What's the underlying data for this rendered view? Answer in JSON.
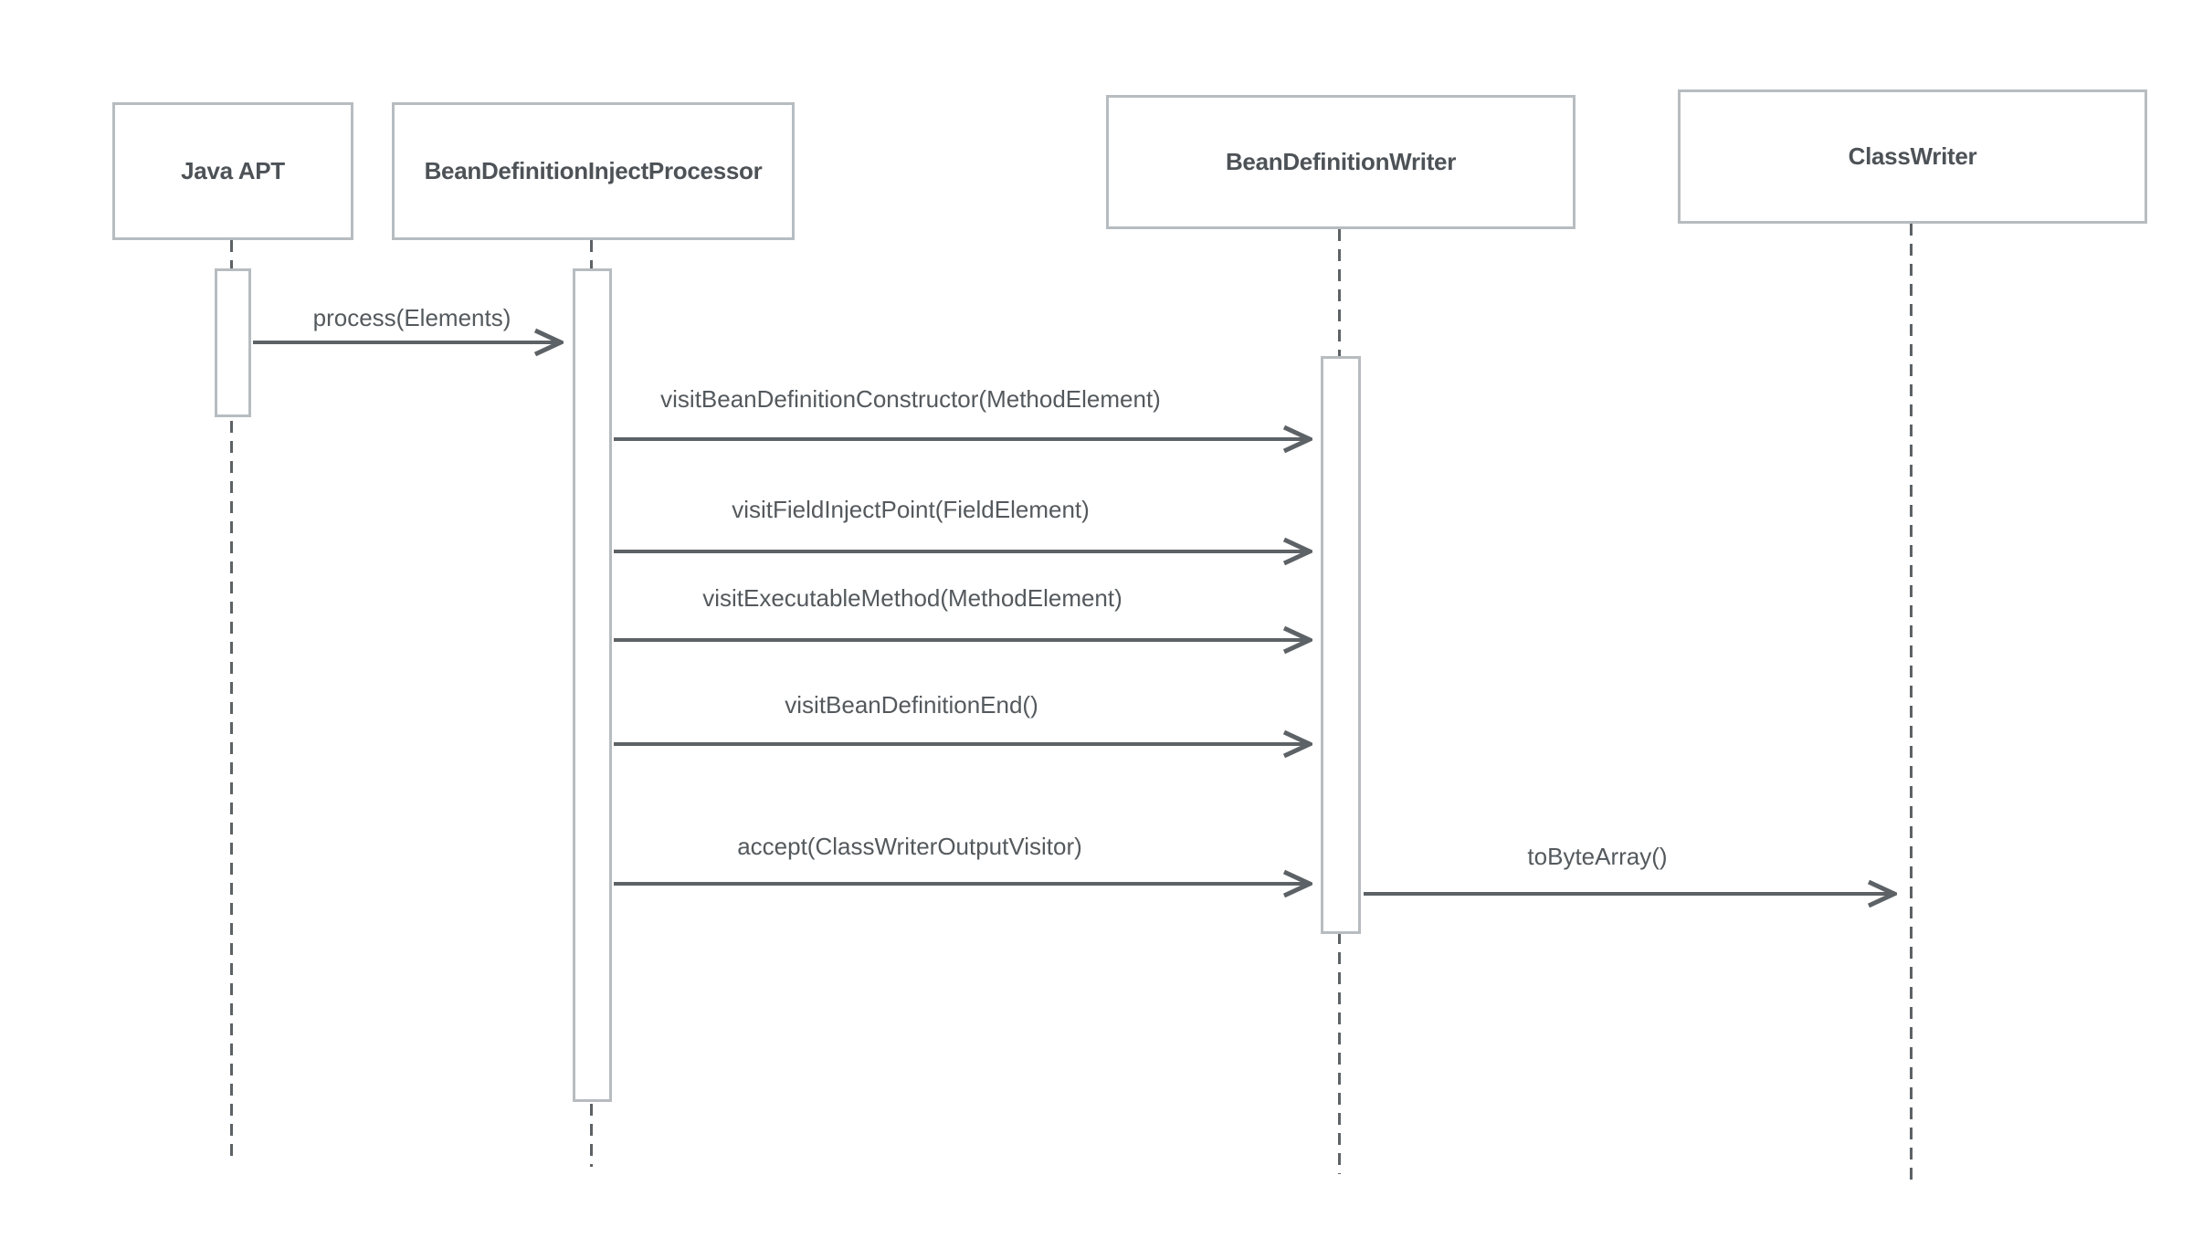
{
  "diagram": {
    "type": "uml-sequence",
    "participants": [
      {
        "id": "java-apt",
        "name": "Java APT"
      },
      {
        "id": "bean-definition-inject-processor",
        "name": "BeanDefinitionInjectProcessor"
      },
      {
        "id": "bean-definition-writer",
        "name": "BeanDefinitionWriter"
      },
      {
        "id": "class-writer",
        "name": "ClassWriter"
      }
    ],
    "messages": [
      {
        "label": "process(Elements)",
        "from": "Java APT",
        "to": "BeanDefinitionInjectProcessor"
      },
      {
        "label": "visitBeanDefinitionConstructor(MethodElement)",
        "from": "BeanDefinitionInjectProcessor",
        "to": "BeanDefinitionWriter"
      },
      {
        "label": "visitFieldInjectPoint(FieldElement)",
        "from": "BeanDefinitionInjectProcessor",
        "to": "BeanDefinitionWriter"
      },
      {
        "label": "visitExecutableMethod(MethodElement)",
        "from": "BeanDefinitionInjectProcessor",
        "to": "BeanDefinitionWriter"
      },
      {
        "label": "visitBeanDefinitionEnd()",
        "from": "BeanDefinitionInjectProcessor",
        "to": "BeanDefinitionWriter"
      },
      {
        "label": "accept(ClassWriterOutputVisitor)",
        "from": "BeanDefinitionInjectProcessor",
        "to": "BeanDefinitionWriter"
      },
      {
        "label": "toByteArray()",
        "from": "BeanDefinitionWriter",
        "to": "ClassWriter"
      }
    ],
    "colors": {
      "background": "#ffffff",
      "box_border": "#b7bcc0",
      "box_fill": "#ffffff",
      "participant_text": "#4d5257",
      "message_text": "#54595d",
      "line": "#5d6266"
    }
  }
}
